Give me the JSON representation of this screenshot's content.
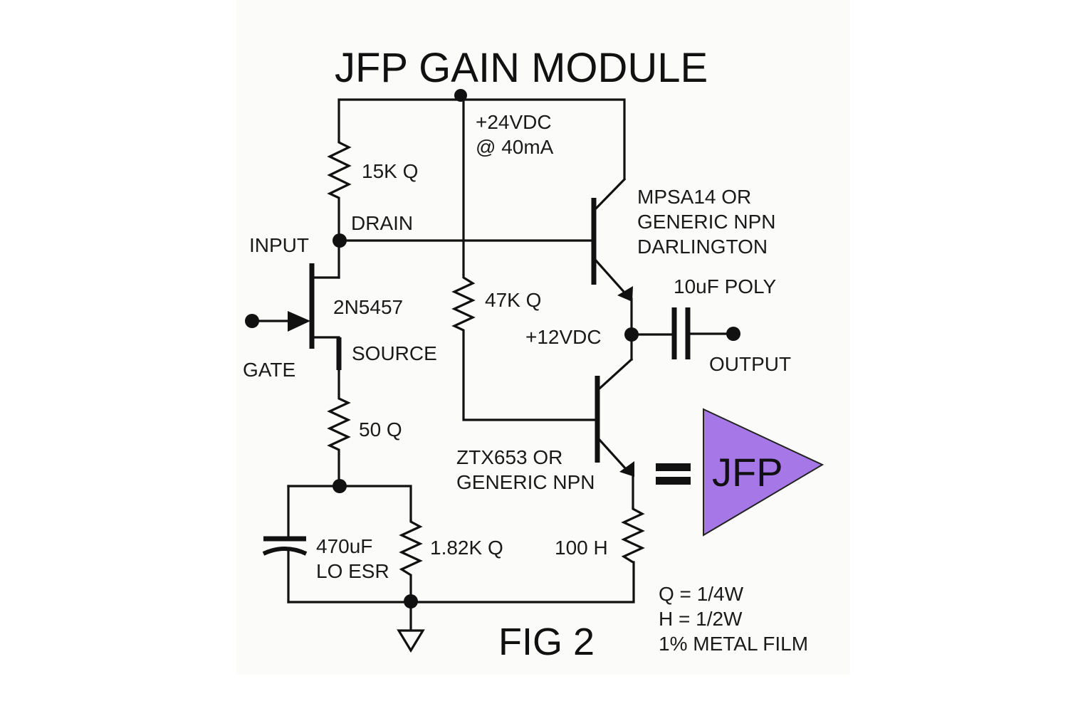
{
  "title": "JFP GAIN MODULE",
  "figure_label": "FIG 2",
  "supply": {
    "voltage": "+24VDC",
    "current": "@ 40mA"
  },
  "nodes": {
    "input": "INPUT",
    "drain": "DRAIN",
    "gate": "GATE",
    "source": "SOURCE",
    "midpoint": "+12VDC",
    "output": "OUTPUT"
  },
  "components": {
    "jfet": "2N5457",
    "r_drain": "15K Q",
    "r_bias": "47K Q",
    "r_source": "50 Q",
    "r_source_bypass": "1.82K Q",
    "r_emitter": "100 H",
    "c_bypass_value": "470uF",
    "c_bypass_type": "LO ESR",
    "c_output": "10uF POLY",
    "q_upper": [
      "MPSA14 OR",
      "GENERIC NPN",
      "DARLINGTON"
    ],
    "q_lower": [
      "ZTX653 OR",
      "GENERIC NPN"
    ]
  },
  "equivalent": {
    "equals": "=",
    "symbol_label": "JFP",
    "symbol_color": "#a677e6"
  },
  "notes": [
    "Q = 1/4W",
    "H = 1/2W",
    "1% METAL FILM"
  ]
}
